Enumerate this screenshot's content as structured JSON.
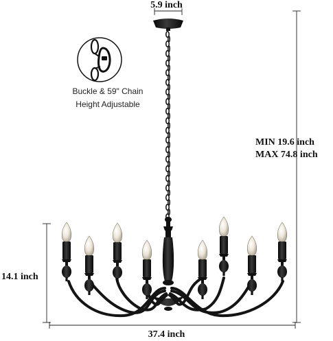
{
  "dimensions": {
    "canopy_width": "5.9 inch",
    "overall_width": "37.4 inch",
    "arm_height": "14.1 inch",
    "min_height": "MIN 19.6 inch",
    "max_height": "MAX 74.8 inch"
  },
  "notes": {
    "buckle": "Buckle & 59\" Chain",
    "adjustable": "Height Adjustable"
  },
  "colors": {
    "fixture": "#1a1a1a",
    "candle_bulb": "#e9e2d3",
    "dimension_line": "#222222"
  },
  "icons": {
    "buckle_detail": "chain-buckle-icon"
  }
}
